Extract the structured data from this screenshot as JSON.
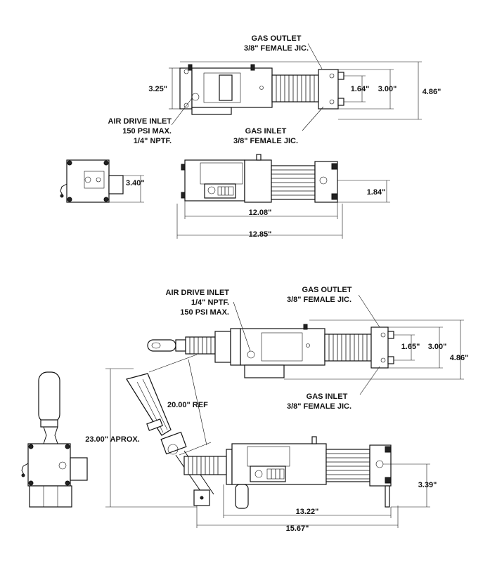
{
  "colors": {
    "ink": "#111111",
    "background": "#ffffff"
  },
  "top": {
    "gas_outlet": [
      "GAS OUTLET",
      "3/8\" FEMALE JIC."
    ],
    "air_drive_inlet": [
      "AIR DRIVE INLET",
      "150 PSI MAX.",
      "1/4\" NPTF."
    ],
    "gas_inlet": [
      "GAS INLET",
      "3/8\" FEMALE JIC."
    ],
    "dims": {
      "height_body": "3.25\"",
      "port_spacing": "1.64\"",
      "block_height": "3.00\"",
      "overall_height": "4.86\"",
      "end_view_height": "3.40\"",
      "port_offset": "1.84\"",
      "body_length": "12.08\"",
      "overall_length": "12.85\""
    }
  },
  "bottom": {
    "air_drive_inlet": [
      "AIR DRIVE INLET",
      "1/4\" NPTF.",
      "150 PSI MAX."
    ],
    "gas_outlet": [
      "GAS OUTLET",
      "3/8\" FEMALE JIC."
    ],
    "gas_inlet": [
      "GAS INLET",
      "3/8\" FEMALE JIC."
    ],
    "dims": {
      "port_spacing": "1.65\"",
      "block_height": "3.00\"",
      "overall_height": "4.86\"",
      "handle_length": "20.00\" REF",
      "handle_height": "23.00\" APROX.",
      "port_offset": "3.39\"",
      "body_length": "13.22\"",
      "overall_length": "15.67\""
    }
  }
}
